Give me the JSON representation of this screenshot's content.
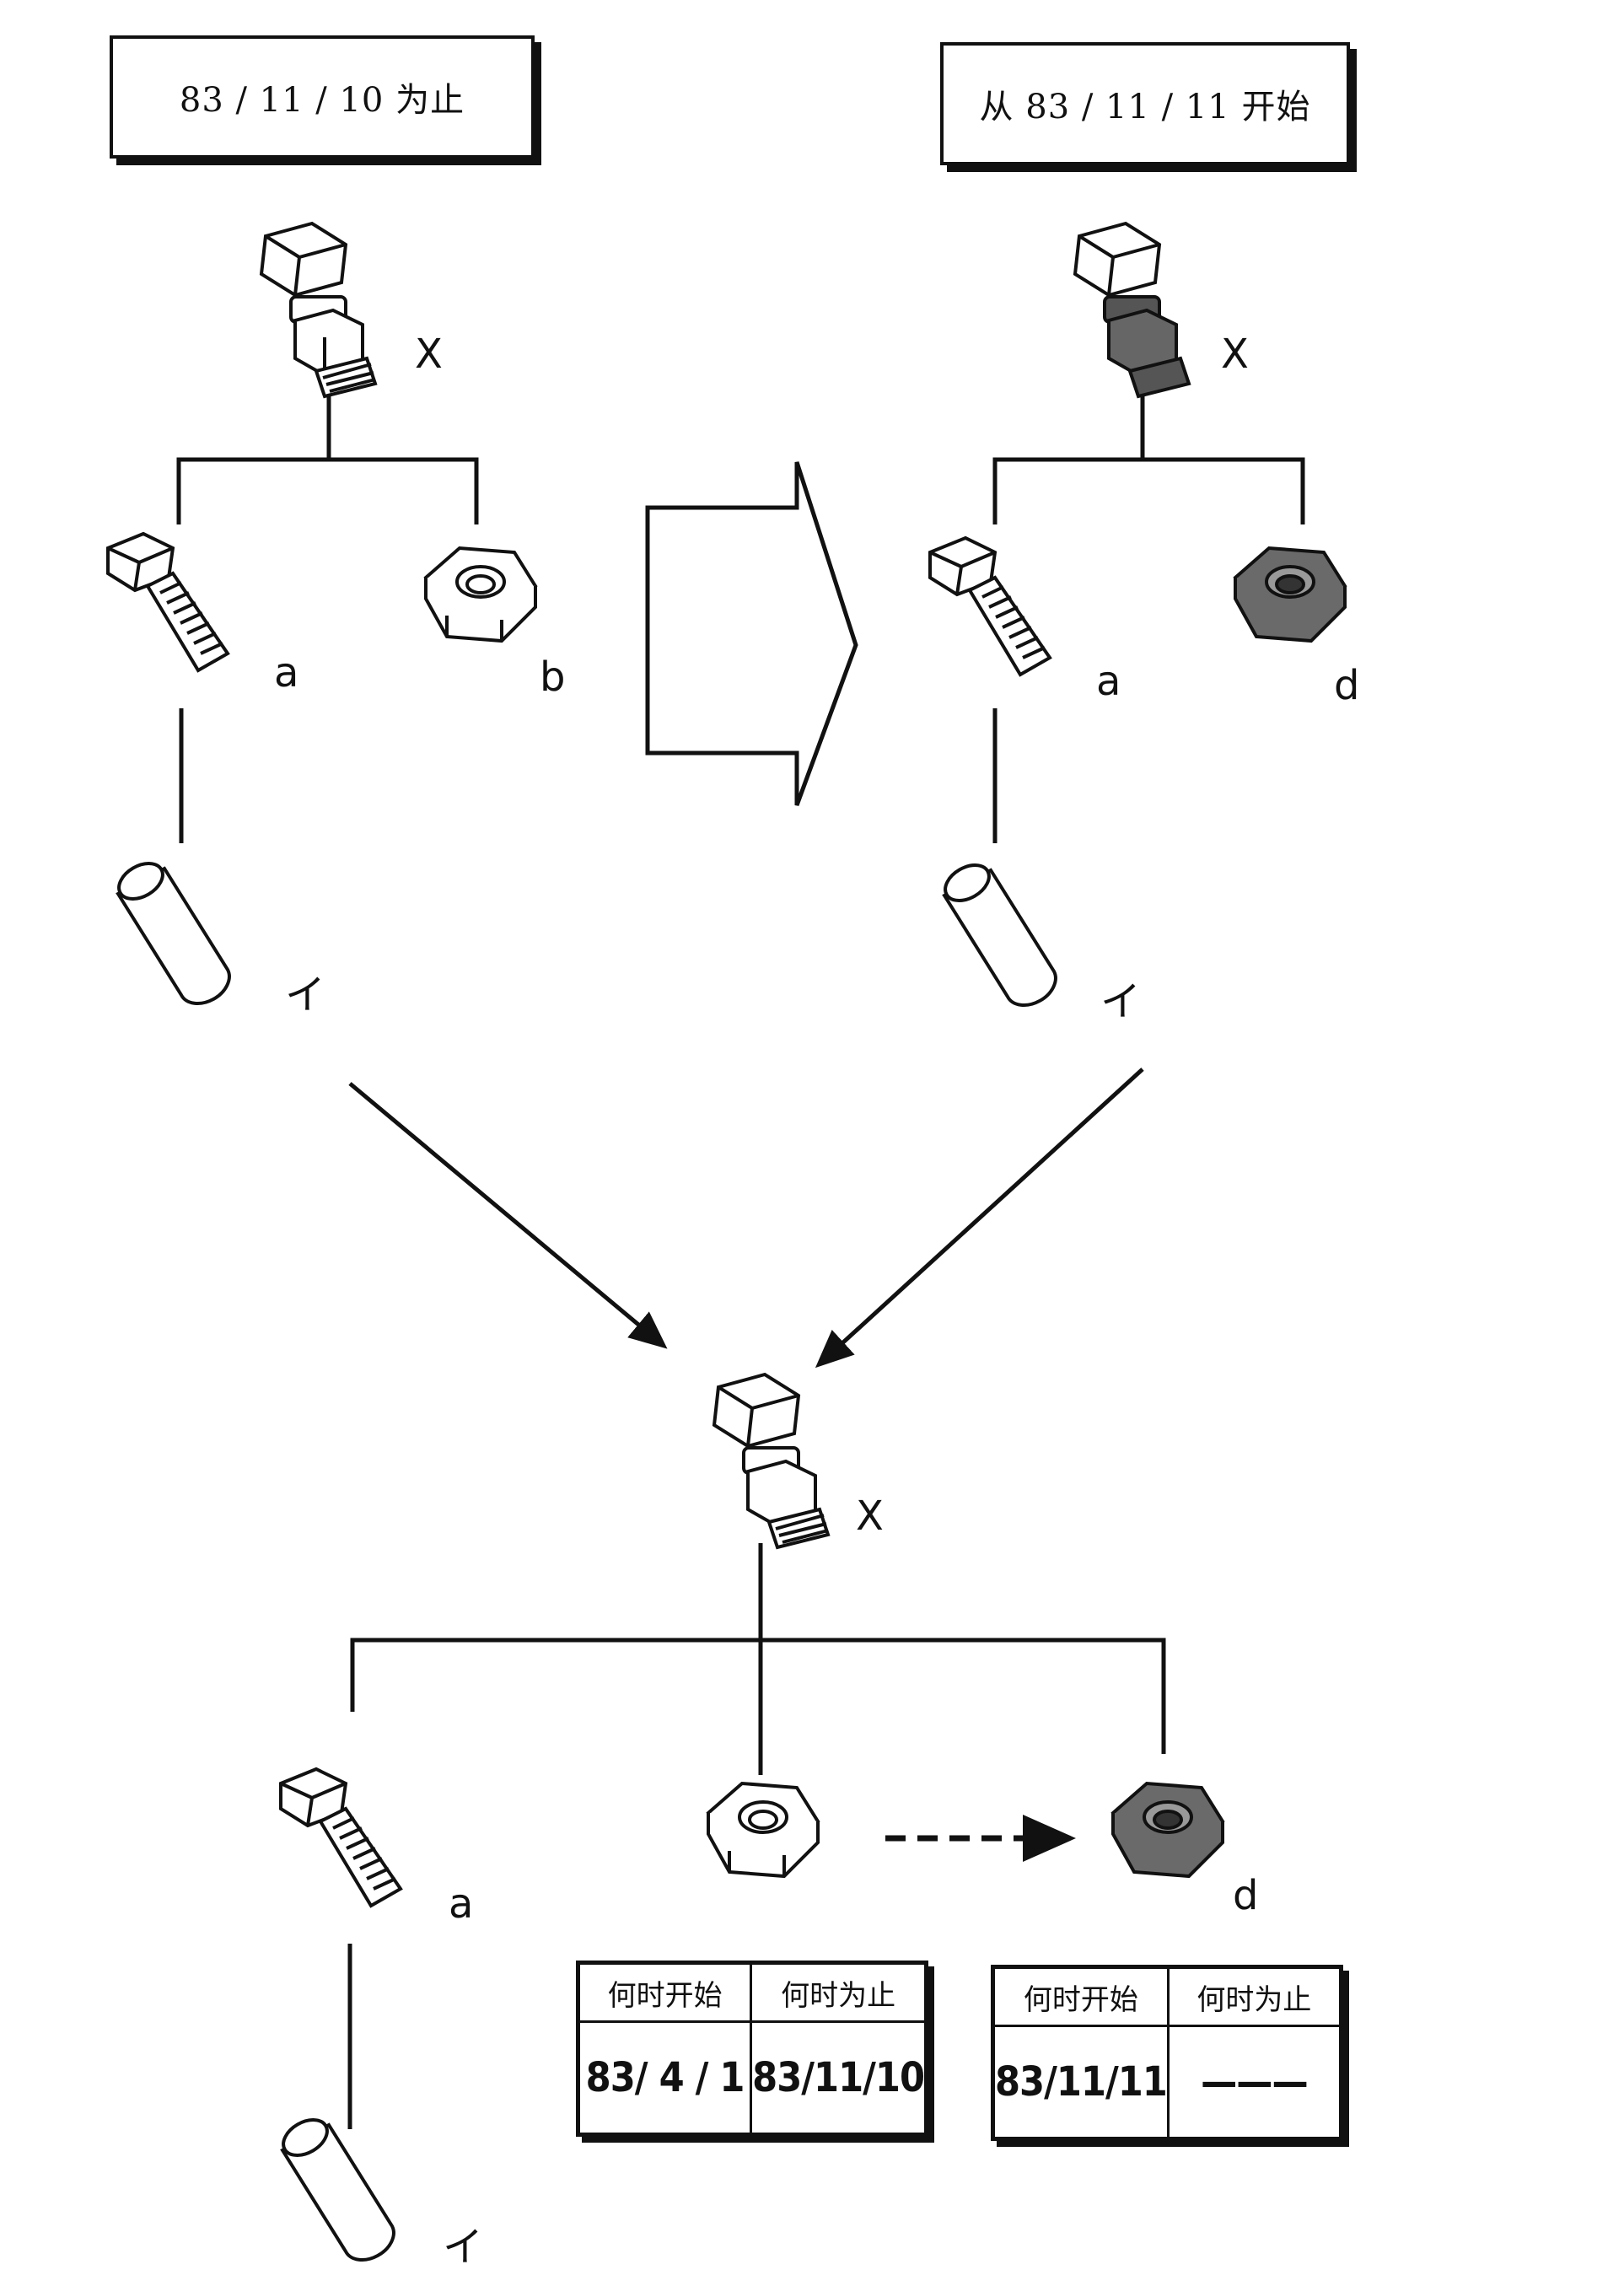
{
  "left_panel": {
    "header": "83 / 11 / 10 为止",
    "parent_label": "X",
    "child1_label": "a",
    "child2_label": "b",
    "grandchild_label": "イ"
  },
  "right_panel": {
    "header": "从 83 / 11 / 11 开始",
    "parent_label": "X",
    "child1_label": "a",
    "child2_label": "d",
    "grandchild_label": "イ"
  },
  "merged": {
    "parent_label": "X",
    "child1_label": "a",
    "child3_label": "d",
    "grandchild_label": "イ"
  },
  "table_old": {
    "headers": [
      "何时开始",
      "何时为止"
    ],
    "values": [
      "83/ 4 / 1",
      "83/11/10"
    ]
  },
  "table_new": {
    "headers": [
      "何时开始",
      "何时为止"
    ],
    "values": [
      "83/11/11",
      "———"
    ]
  }
}
